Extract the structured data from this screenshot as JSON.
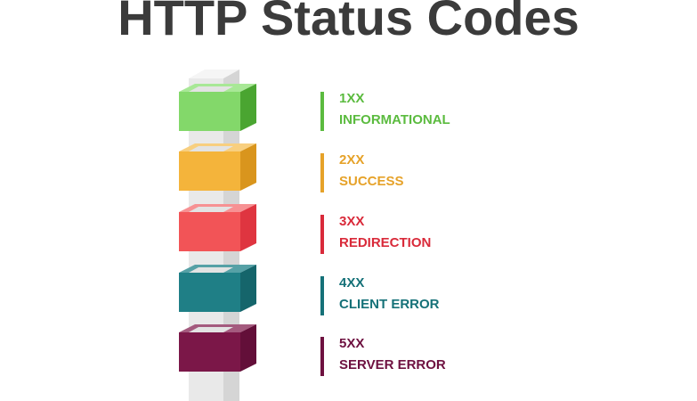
{
  "title": "HTTP Status Codes",
  "categories": [
    {
      "code": "1XX",
      "label": "INFORMATIONAL",
      "color": "#5bbb3f",
      "front": "#83d86a",
      "side": "#4aa531",
      "top": "#a8e896"
    },
    {
      "code": "2XX",
      "label": "SUCCESS",
      "color": "#e6a229",
      "front": "#f4b43b",
      "side": "#d9951d",
      "top": "#f8cf7f"
    },
    {
      "code": "3XX",
      "label": "REDIRECTION",
      "color": "#d92a3a",
      "front": "#f25457",
      "side": "#df3540",
      "top": "#f79193"
    },
    {
      "code": "4XX",
      "label": "CLIENT ERROR",
      "color": "#157178",
      "front": "#1f7f86",
      "side": "#15656b",
      "top": "#56a1a6"
    },
    {
      "code": "5XX",
      "label": "SERVER ERROR",
      "color": "#6e1140",
      "front": "#7b1748",
      "side": "#630f39",
      "top": "#a45a7e"
    }
  ]
}
